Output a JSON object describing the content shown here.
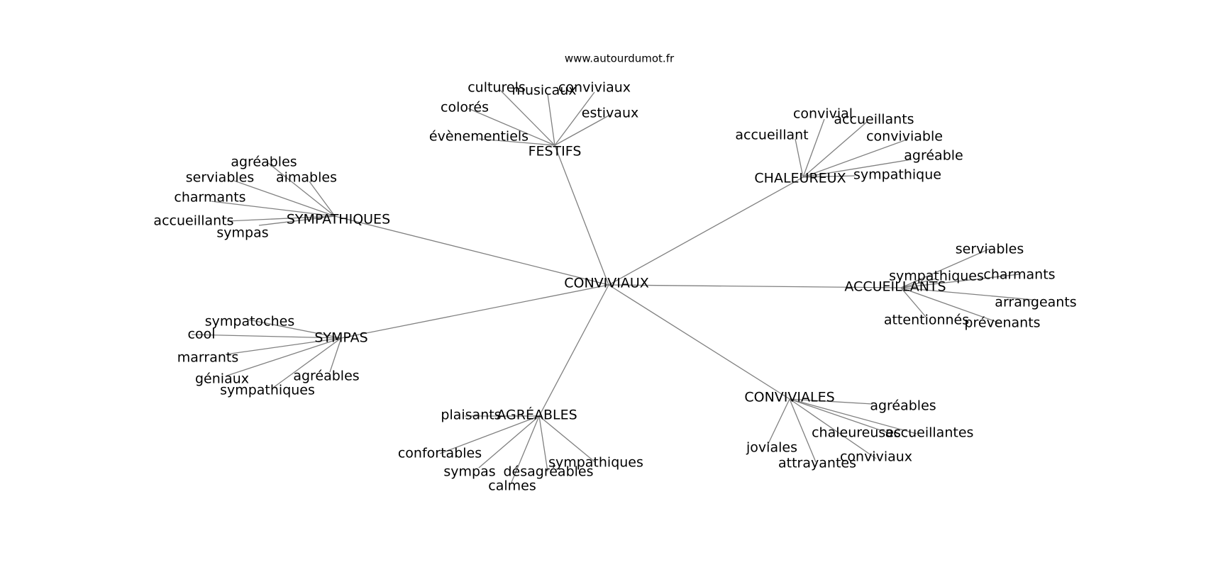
{
  "source": "www.autourdumot.fr",
  "center": "CONVIVIAUX",
  "clusters": [
    {
      "label": "FESTIFS",
      "children": [
        "culturels",
        "musicaux",
        "conviviaux",
        "colorés",
        "estivaux",
        "évènementiels"
      ]
    },
    {
      "label": "CHALEUREUX",
      "children": [
        "convivial",
        "accueillants",
        "accueillant",
        "conviviable",
        "agréable",
        "sympathique"
      ]
    },
    {
      "label": "SYMPATHIQUES",
      "children": [
        "agréables",
        "serviables",
        "aimables",
        "charmants",
        "accueillants",
        "sympas"
      ]
    },
    {
      "label": "ACCUEILLANTS",
      "children": [
        "serviables",
        "sympathiques",
        "charmants",
        "arrangeants",
        "attentionnés",
        "prévenants"
      ]
    },
    {
      "label": "SYMPAS",
      "children": [
        "sympatoches",
        "cool",
        "marrants",
        "géniaux",
        "agréables",
        "sympathiques"
      ]
    },
    {
      "label": "CONVIVIALES",
      "children": [
        "agréables",
        "chaleureuses",
        "accueillantes",
        "joviales",
        "attrayantes",
        "conviviaux"
      ]
    },
    {
      "label": "AGRÉABLES",
      "children": [
        "plaisants",
        "confortables",
        "sympas",
        "désagréables",
        "sympathiques",
        "calmes"
      ]
    }
  ]
}
